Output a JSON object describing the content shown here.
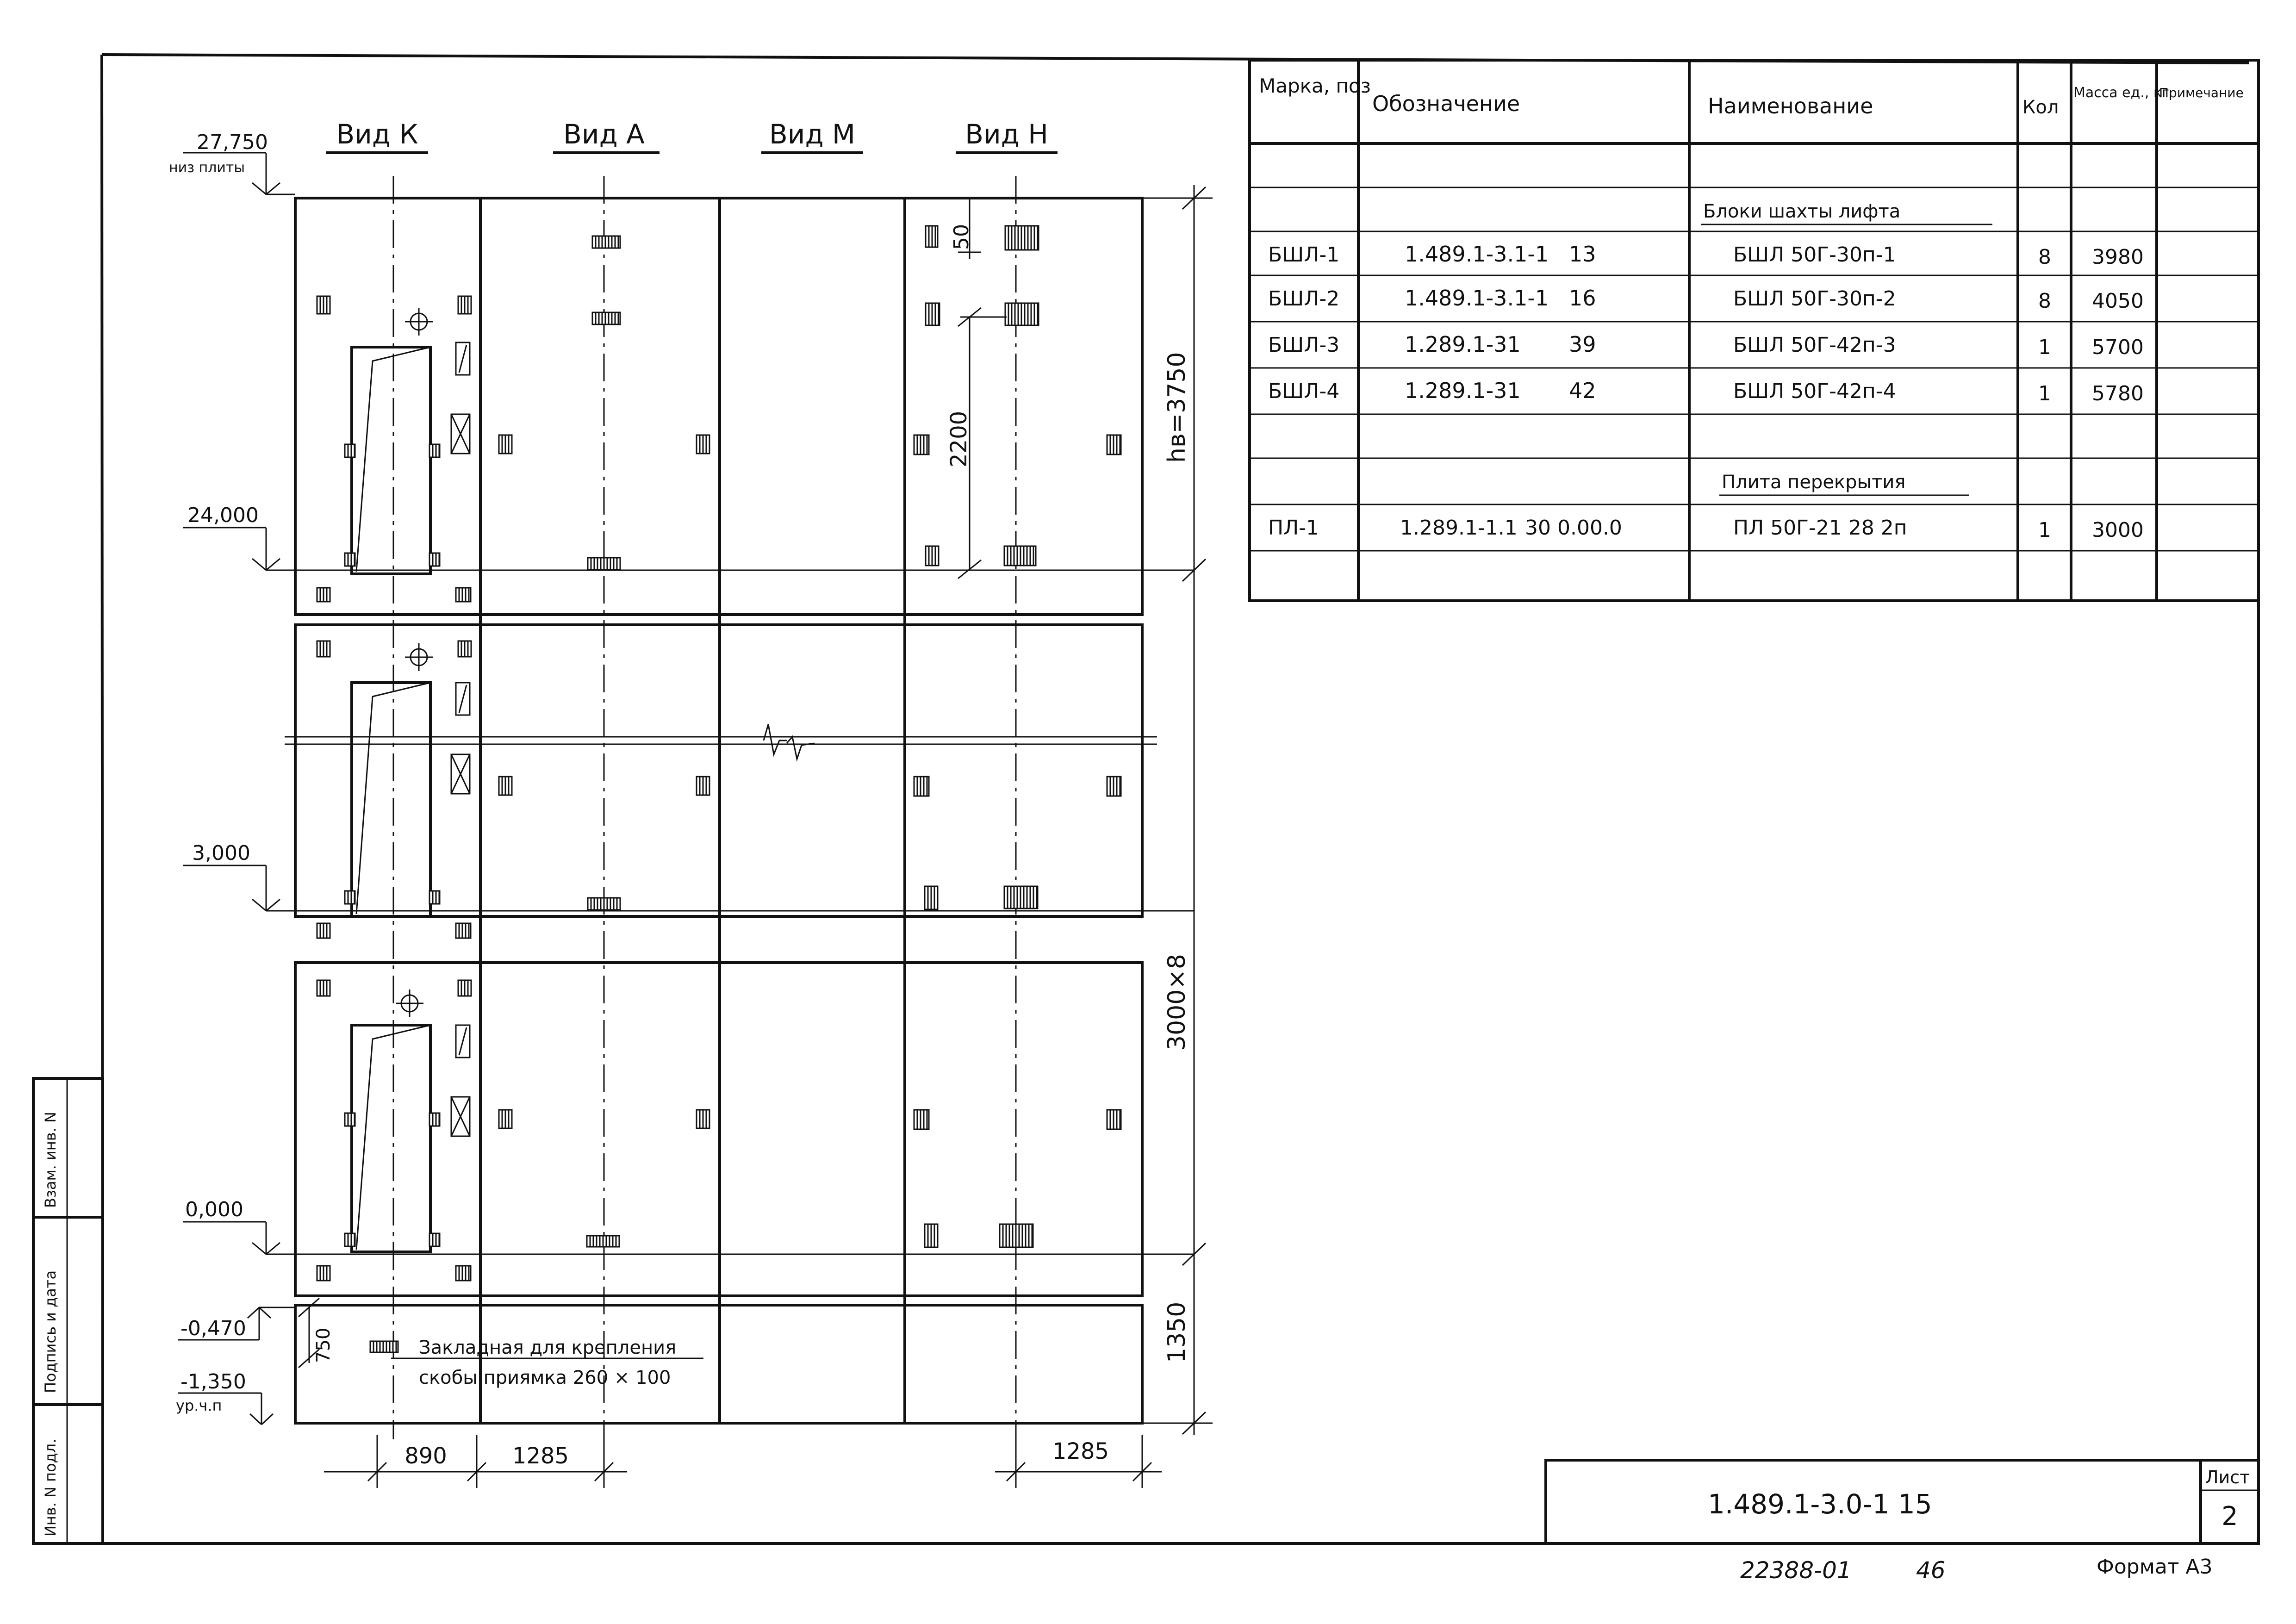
{
  "drawing": {
    "views": [
      "Вид К",
      "Вид А",
      "Вид М",
      "Вид Н"
    ],
    "levels": [
      {
        "value": "27,750",
        "note": "низ плиты"
      },
      {
        "value": "24,000",
        "note": ""
      },
      {
        "value": "3,000",
        "note": ""
      },
      {
        "value": "0,000",
        "note": ""
      },
      {
        "value": "-0,470",
        "note": ""
      },
      {
        "value": "-1,350",
        "note": "ур.ч.п"
      }
    ],
    "dimensions": {
      "top_offset": "50",
      "embed_spacing": "2200",
      "top_height": "hв=3750",
      "typical_height": "3000×8",
      "pit_depth": "1350",
      "pit_embed": "750",
      "bottom_left": "890",
      "bottom_mid": "1285",
      "bottom_right": "1285"
    },
    "annotation_line1": "Закладная для крепления",
    "annotation_line2": "скобы приямка 260 × 100"
  },
  "spec_table": {
    "headers": [
      "Марка, поз",
      "Обозначение",
      "Наименование",
      "Кол",
      "Масса ед., кг",
      "Примечание"
    ],
    "section1_title": "Блоки шахты лифта",
    "section2_title": "Плита перекрытия",
    "rows": [
      {
        "mark": "БШЛ-1",
        "code": "1.489.1-3.1-1",
        "sheet": "13",
        "name": "БШЛ 50Г-30п-1",
        "qty": "8",
        "mass": "3980",
        "note": ""
      },
      {
        "mark": "БШЛ-2",
        "code": "1.489.1-3.1-1",
        "sheet": "16",
        "name": "БШЛ 50Г-30п-2",
        "qty": "8",
        "mass": "4050",
        "note": ""
      },
      {
        "mark": "БШЛ-3",
        "code": "1.289.1-31",
        "sheet": "39",
        "name": "БШЛ 50Г-42п-3",
        "qty": "1",
        "mass": "5700",
        "note": ""
      },
      {
        "mark": "БШЛ-4",
        "code": "1.289.1-31",
        "sheet": "42",
        "name": "БШЛ 50Г-42п-4",
        "qty": "1",
        "mass": "5780",
        "note": ""
      },
      {
        "mark": "ПЛ-1",
        "code": "1.289.1-1.1",
        "sheet": "30 0.00.0",
        "name": "ПЛ 50Г-21 28 2п",
        "qty": "1",
        "mass": "3000",
        "note": ""
      }
    ]
  },
  "side_stamp": {
    "label1": "Инв. N подл.",
    "label2": "Подпись и дата",
    "label3": "Взам. инв. N"
  },
  "title_block": {
    "code": "1.489.1-3.0-1 15",
    "sheet_label": "Лист",
    "sheet_number": "2"
  },
  "footer": {
    "left": "22388-01",
    "copy": "46",
    "format": "Формат А3"
  },
  "colors": {
    "ink": "#111111",
    "paper": "#ffffff"
  }
}
